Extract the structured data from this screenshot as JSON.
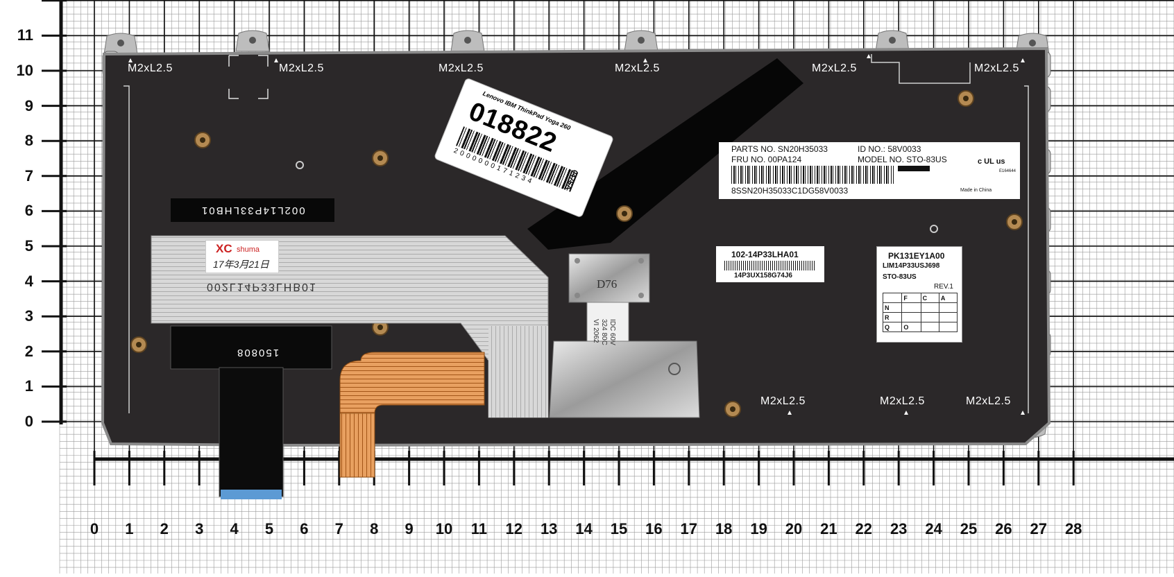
{
  "y_ruler": [
    "11",
    "10",
    "9",
    "8",
    "7",
    "6",
    "5",
    "4",
    "3",
    "2",
    "1",
    "0"
  ],
  "x_ruler": [
    "0",
    "1",
    "2",
    "3",
    "4",
    "5",
    "6",
    "7",
    "8",
    "9",
    "10",
    "11",
    "12",
    "13",
    "14",
    "15",
    "16",
    "17",
    "18",
    "19",
    "20",
    "21",
    "22",
    "23",
    "24",
    "25",
    "26",
    "27",
    "28"
  ],
  "screw_labels": [
    "M2xL2.5",
    "M2xL2.5",
    "M2xL2.5",
    "M2xL2.5",
    "M2xL2.5",
    "M2xL2.5",
    "M2xL2.5",
    "M2xL2.5",
    "M2xL2.5"
  ],
  "inventory_sticker": {
    "brand_line": "Lenovo IBM ThinkPad Yoga 260",
    "number": "018822",
    "barcode_digits": "2000000171234",
    "side_code": "047SA"
  },
  "part_label": {
    "parts_no": "PARTS NO. SN20H35033",
    "id_no": "ID NO.: 58V0033",
    "fru": "FRU   NO. 00PA124",
    "model_no": "MODEL NO. STO-83US",
    "serial": "8SSN20H35033C1DG58V0033",
    "made_in": "Made in China",
    "cert_mark": "c UL us",
    "cert_code": "E164644"
  },
  "small_label": {
    "line1": "102-14P33LHA01",
    "line2": "14P3UX158G74J6"
  },
  "rev_label": {
    "line1": "PK131EY1A00",
    "line2": "LIM14P33USJ698",
    "line3": "STO-83US",
    "rev": "REV.1",
    "cols": [
      "F",
      "C",
      "A"
    ],
    "rows": [
      "N",
      "R",
      "Q",
      "O"
    ]
  },
  "ribbon_label_top": "002L14P33LHB01",
  "ribbon_label_mirrored": "002L14P33LHB01",
  "ribbon_bottom_label": "150808",
  "xc_sticker": {
    "brand": "XC",
    "sub": "shuma",
    "date": "17年3月21日"
  },
  "chip_label": "D76",
  "flex_print": [
    "IDC 60V",
    "324 80C",
    "VI 2062"
  ],
  "colors": {
    "panel": "#2b2829",
    "panel_edge": "#8b8b8b",
    "ribbon": "#cdcdcd",
    "copper": "#d4803a",
    "grid_minor": "#9a9a9a",
    "grid_major": "#111111"
  }
}
